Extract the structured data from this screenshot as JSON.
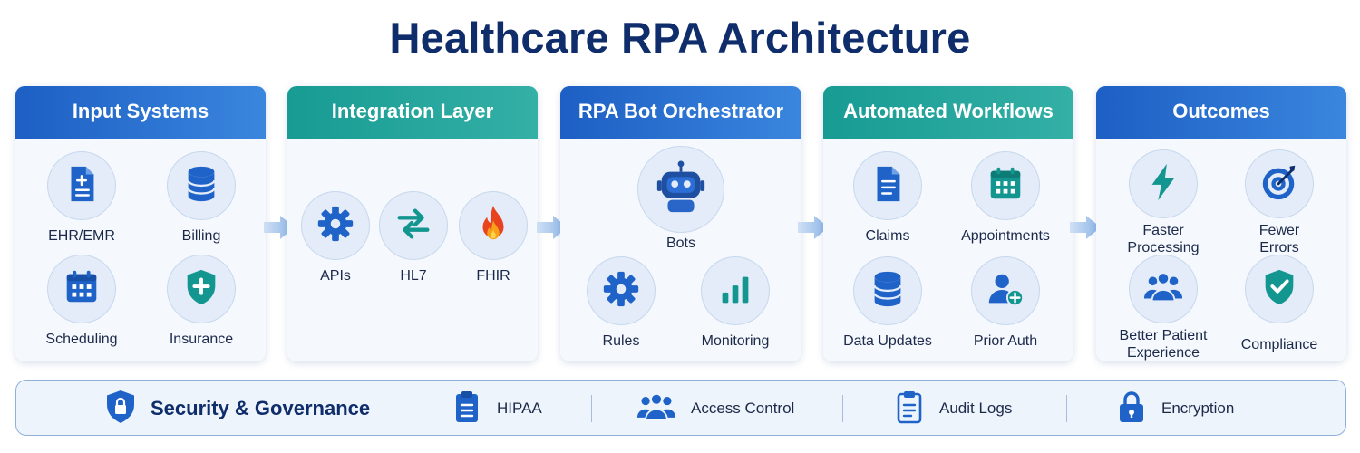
{
  "title": "Healthcare RPA Architecture",
  "colors": {
    "navy": "#0f2d6b",
    "blue": "#1f63c9",
    "teal": "#13968f",
    "header_blue": "#2872d3",
    "header_teal": "#1fa39c",
    "orange": "#f08a1c"
  },
  "columns": [
    {
      "header": "Input Systems",
      "items": [
        {
          "label": "EHR/EMR",
          "icon": "document-icon"
        },
        {
          "label": "Billing",
          "icon": "database-icon"
        },
        {
          "label": "Scheduling",
          "icon": "calendar-icon"
        },
        {
          "label": "Insurance",
          "icon": "shield-plus-icon"
        }
      ]
    },
    {
      "header": "Integration Layer",
      "items": [
        {
          "label": "APIs",
          "icon": "gear-icon"
        },
        {
          "label": "HL7",
          "icon": "swap-arrows-icon"
        },
        {
          "label": "FHIR",
          "icon": "flame-icon"
        }
      ]
    },
    {
      "header": "RPA Bot Orchestrator",
      "items": [
        {
          "label": "Bots",
          "icon": "robot-icon"
        },
        {
          "label": "Rules",
          "icon": "gear-icon"
        },
        {
          "label": "Monitoring",
          "icon": "bar-chart-icon"
        }
      ]
    },
    {
      "header": "Automated Workflows",
      "items": [
        {
          "label": "Claims",
          "icon": "document-icon"
        },
        {
          "label": "Appointments",
          "icon": "calendar-icon"
        },
        {
          "label": "Data Updates",
          "icon": "database-icon"
        },
        {
          "label": "Prior Auth",
          "icon": "user-add-icon"
        }
      ]
    },
    {
      "header": "Outcomes",
      "items": [
        {
          "label": "Faster Processing",
          "line1": "Faster",
          "line2": "Processing",
          "icon": "lightning-icon"
        },
        {
          "label": "Fewer Errors",
          "line1": "Fewer",
          "line2": "Errors",
          "icon": "target-icon"
        },
        {
          "label": "Better Patient Experience",
          "line1": "Better Patient",
          "line2": "Experience",
          "icon": "users-icon"
        },
        {
          "label": "Compliance",
          "icon": "shield-check-icon"
        }
      ]
    }
  ],
  "governance": {
    "title": "Security & Governance",
    "title_icon": "shield-lock-icon",
    "items": [
      {
        "label": "HIPAA",
        "icon": "clipboard-icon"
      },
      {
        "label": "Access Control",
        "icon": "users-icon"
      },
      {
        "label": "Audit Logs",
        "icon": "clipboard-list-icon"
      },
      {
        "label": "Encryption",
        "icon": "padlock-icon"
      }
    ]
  }
}
